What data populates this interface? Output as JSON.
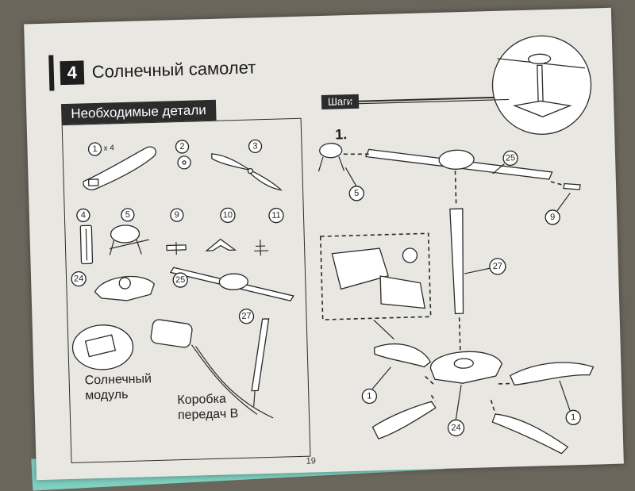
{
  "section": {
    "number": "4",
    "title": "Солнечный самолет"
  },
  "parts_panel": {
    "header": "Необходимые детали",
    "quantity_note": "x 4",
    "solar_module_label_line1": "Солнечный",
    "solar_module_label_line2": "модуль",
    "gearbox_label_line1": "Коробка",
    "gearbox_label_line2": "передач B",
    "part_numbers": [
      "1",
      "2",
      "3",
      "4",
      "5",
      "9",
      "10",
      "11",
      "24",
      "25",
      "27"
    ]
  },
  "steps_panel": {
    "header": "Шаги",
    "step_label": "1.",
    "callouts": [
      "5",
      "25",
      "9",
      "27",
      "1",
      "1",
      "24"
    ]
  },
  "page_number": "19"
}
